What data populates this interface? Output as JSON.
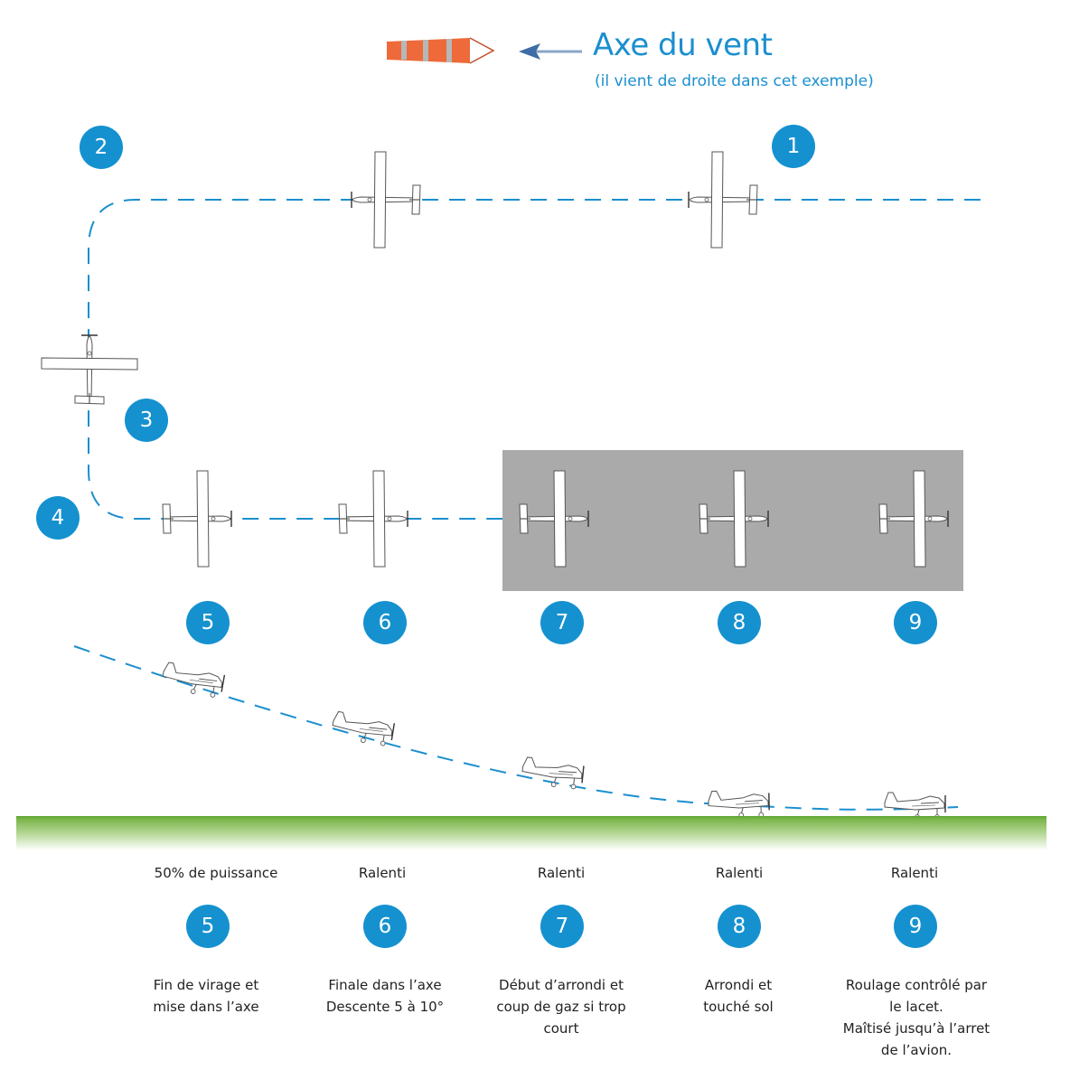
{
  "header": {
    "title": "Axe du vent",
    "subtitle": "(il vient de droite dans cet exemple)"
  },
  "colors": {
    "accent": "#1591d0",
    "windsock": "#ee6a3a",
    "runway": "#aaaaaa",
    "grass": "#5aa22e"
  },
  "icons": {
    "windsock": "windsock-icon",
    "arrow": "arrow-left-icon",
    "airplane": "airplane-icon"
  },
  "top_view_badges": [
    "1",
    "2",
    "3",
    "4",
    "5",
    "6",
    "7",
    "8",
    "9"
  ],
  "phases": [
    {
      "number": "5",
      "power": "50% de puissance",
      "description": "Fin de virage et\nmise dans l’axe"
    },
    {
      "number": "6",
      "power": "Ralenti",
      "description": "Finale dans l’axe\nDescente 5 à 10°"
    },
    {
      "number": "7",
      "power": "Ralenti",
      "description": "Début d’arrondi et\ncoup de gaz si trop\ncourt"
    },
    {
      "number": "8",
      "power": "Ralenti",
      "description": "Arrondi et\ntouché sol"
    },
    {
      "number": "9",
      "power": "Ralenti",
      "description": "Roulage contrôlé par\nle lacet.\nMaîtisé jusqu’à l’arret\nde l’avion."
    }
  ]
}
